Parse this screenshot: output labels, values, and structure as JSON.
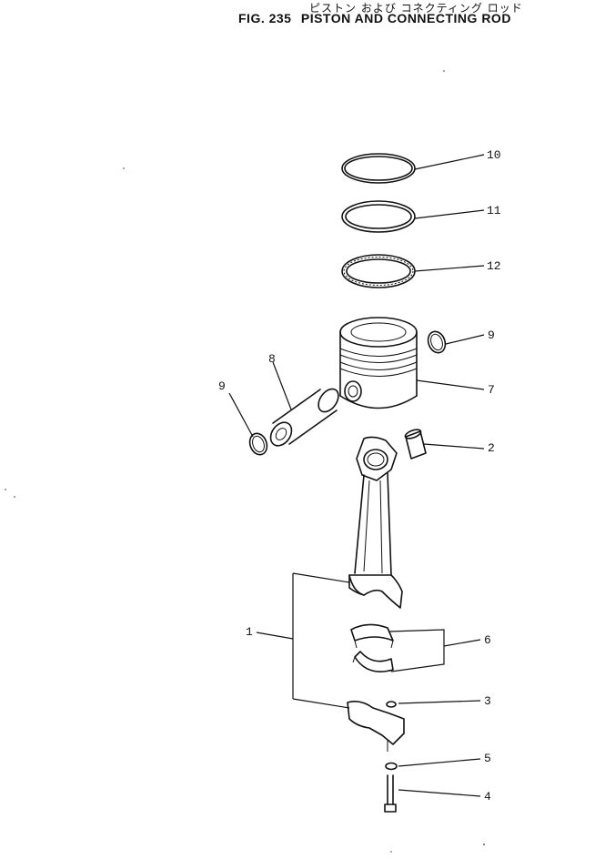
{
  "header": {
    "title_jp": "ピストン および コネクティング ロッド",
    "fig_label": "FIG. 235",
    "fig_title": "PISTON AND CONNECTING ROD"
  },
  "callouts": [
    "10",
    "11",
    "12",
    "9",
    "8",
    "9",
    "7",
    "2",
    "1",
    "6",
    "3",
    "5",
    "4"
  ]
}
